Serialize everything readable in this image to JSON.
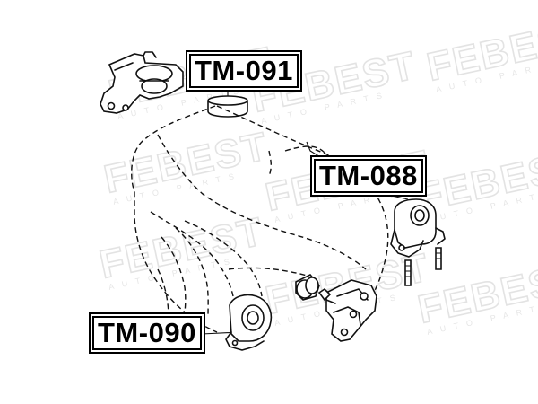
{
  "watermark": {
    "brand": "FEBEST",
    "tagline": "AUTO PARTS"
  },
  "labels": {
    "top": "TM-091",
    "right": "TM-088",
    "bottom": "TM-090"
  },
  "colors": {
    "line": "#111111",
    "watermark": "#e3e3e3",
    "background": "#ffffff"
  }
}
